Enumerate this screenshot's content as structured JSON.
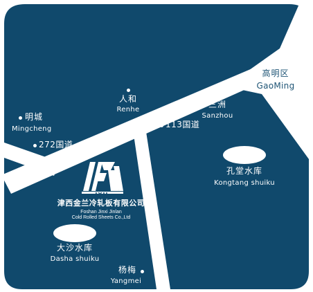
{
  "colors": {
    "land": "#10496c",
    "road": "#ffffff",
    "text": "#ffffff",
    "district_text": "#1e5475"
  },
  "places": {
    "gaoming": {
      "cn": "高明区",
      "en": "GaoMing"
    },
    "renhe": {
      "cn": "人和",
      "en": "Renhe"
    },
    "sanzhou": {
      "cn": "三洲",
      "en": "Sanzhou"
    },
    "mingcheng": {
      "cn": "明城",
      "en": "Mingcheng"
    },
    "kongtang": {
      "cn": "孔堂水库",
      "en": "Kongtang shuiku"
    },
    "dasha": {
      "cn": "大沙水库",
      "en": "Dasha shuiku"
    },
    "yangmei": {
      "cn": "杨梅",
      "en": "Yangmei"
    }
  },
  "roads": {
    "road_272": "272国道",
    "road_113": "113国道"
  },
  "company": {
    "logo_text": "JXJL",
    "name_cn": "津西金兰冷轧板有限公司",
    "name_en_line1": "Foshan Jinxi Jinlan",
    "name_en_line2": "Cold Rolled Sheets Co.,Ltd",
    "icon": "steel-coil-logo-icon"
  }
}
